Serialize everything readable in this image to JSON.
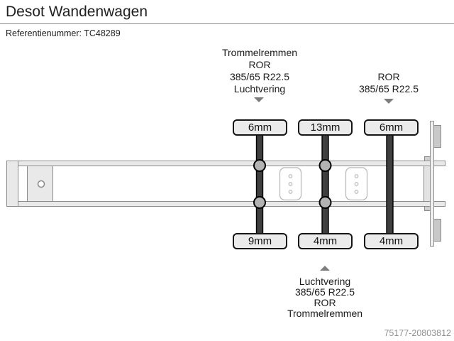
{
  "header": {
    "title": "Desot Wandenwagen",
    "reference": "Referentienummer: TC48289"
  },
  "annotations": {
    "front_axles": {
      "lines": [
        "Trommelremmen",
        "ROR",
        "385/65 R22.5",
        "Luchtvering"
      ]
    },
    "rear_axle": {
      "lines": [
        "ROR",
        "385/65 R22.5"
      ]
    },
    "bottom_axle": {
      "lines": [
        "Luchtvering",
        "385/65 R22.5",
        "ROR",
        "Trommelremmen"
      ]
    }
  },
  "measurements": {
    "top": [
      "6mm",
      "13mm",
      "6mm"
    ],
    "bottom": [
      "9mm",
      "4mm",
      "4mm"
    ]
  },
  "watermark": "75177-20803812",
  "colors": {
    "axle_bar": "#3f3f3f",
    "suspension_mount": "#b3b3b3",
    "beam_fill": "#e9e9e9",
    "beam_stroke": "#8a8a8a",
    "arrow_gray": "#7d7d7d",
    "label_bg": "#ebebeb"
  }
}
